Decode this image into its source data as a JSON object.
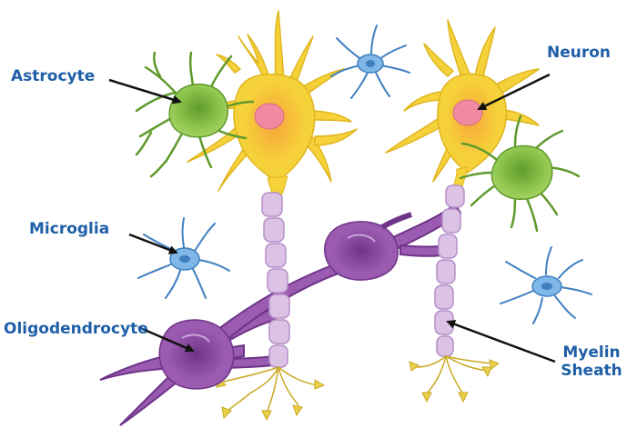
{
  "colors": {
    "label": "#1f5fa8",
    "arrow": "#111111",
    "neuron_fill": "#f6d23a",
    "neuron_soma": "#f7b13a",
    "nucleus": "#f08aa0",
    "astrocyte": "#8cc44a",
    "astrocyte_dark": "#5f9a2c",
    "microglia": "#7fb8e8",
    "microglia_dark": "#3f7fc0",
    "oligodendrocyte": "#9a5bb0",
    "oligodendrocyte_dark": "#6e3488",
    "myelin": "#dcc3e6",
    "myelin_edge": "#b58fc8",
    "terminal": "#e8d04a"
  },
  "labels": {
    "astrocyte": "Astrocyte",
    "neuron": "Neuron",
    "microglia": "Microglia",
    "oligodendrocyte": "Oligodendrocyte",
    "myelin_line1": "Myelin",
    "myelin_line2": "Sheath"
  }
}
